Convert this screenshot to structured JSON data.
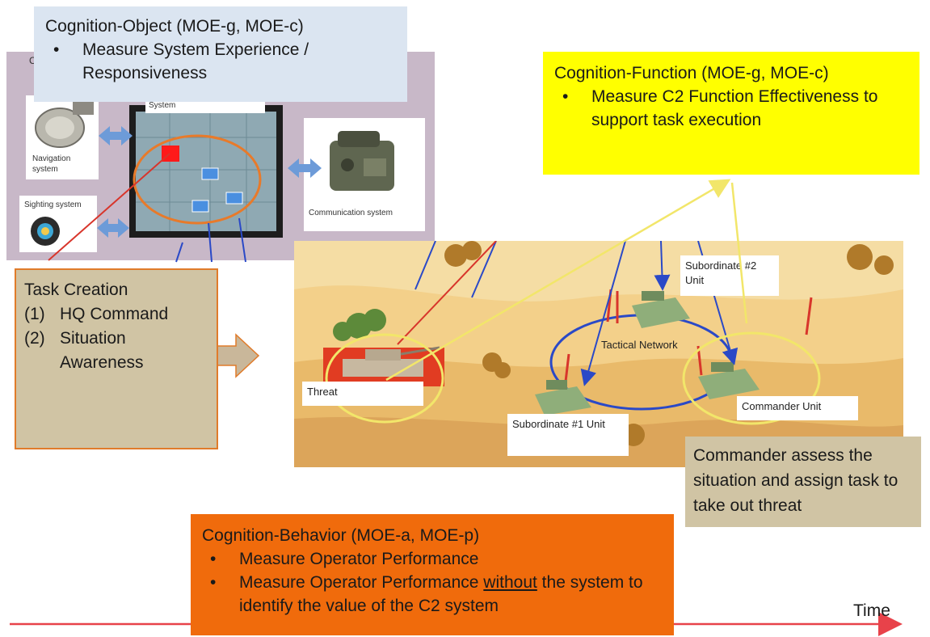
{
  "cognition_object": {
    "title": "Cognition-Object (MOE-g, MOE-c)",
    "bullets": [
      "Measure System Experience / Responsiveness"
    ]
  },
  "cognition_function": {
    "title": "Cognition-Function (MOE-g, MOE-c)",
    "bullets": [
      "Measure C2 Function Effectiveness to support task execution"
    ]
  },
  "task_creation": {
    "title": "Task Creation",
    "items": [
      {
        "num": "(1)",
        "text": "HQ Command"
      },
      {
        "num": "(2)",
        "text": "Situation Awareness"
      }
    ]
  },
  "system_panel": {
    "corner_letter": "C",
    "system": "System",
    "navigation": "Navigation system",
    "sighting": "Sighting system",
    "communication": "Communication system"
  },
  "scene": {
    "subordinate2": "Subordinate #2 Unit",
    "tactical_network": "Tactical Network",
    "threat": "Threat",
    "subordinate1": "Subordinate #1 Unit",
    "commander_unit": "Commander Unit"
  },
  "commander_assess": "Commander assess the situation and assign task to take out threat",
  "cognition_behavior": {
    "title": "Cognition-Behavior (MOE-a, MOE-p)",
    "bullet1": "Measure Operator Performance",
    "bullet2_pre": "Measure Operator Performance ",
    "bullet2_underline": "without",
    "bullet2_post": " the system to identify the value of the C2 system"
  },
  "time_label": "Time",
  "colors": {
    "object_box": "#dbe5f1",
    "function_box": "#ffff00",
    "task_box": "#d0c4a4",
    "task_border": "#e07b2a",
    "behavior_box": "#f06b0c",
    "commander_box": "#d0c4a4",
    "time_arrow": "#e8424a"
  }
}
